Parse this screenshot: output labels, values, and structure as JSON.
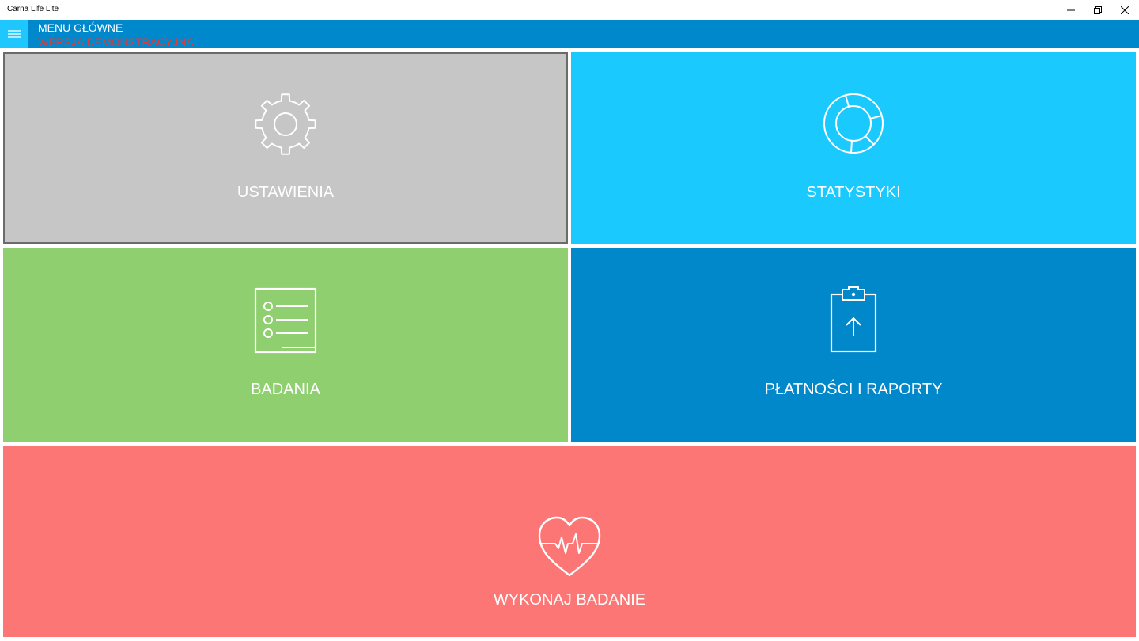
{
  "window": {
    "title": "Carna Life Lite",
    "controls": {
      "minimize_icon": "minimize-icon",
      "restore_icon": "restore-icon",
      "close_icon": "close-icon"
    }
  },
  "header": {
    "menu_icon": "hamburger-icon",
    "title": "MENU GŁÓWNE",
    "subtitle": "WERSJA DEMONSTRACYJNA"
  },
  "tiles": [
    {
      "id": "settings",
      "label": "USTAWIENIA",
      "icon": "gear-icon",
      "color": "#c6c6c6"
    },
    {
      "id": "statistics",
      "label": "STATYSTYKI",
      "icon": "donut-chart-icon",
      "color": "#1ac9fd"
    },
    {
      "id": "tests",
      "label": "BADANIA",
      "icon": "checklist-icon",
      "color": "#8fcf70"
    },
    {
      "id": "payments",
      "label": "PŁATNOŚCI I RAPORTY",
      "icon": "clipboard-upload-icon",
      "color": "#0088cb"
    },
    {
      "id": "perform-test",
      "label": "WYKONAJ BADANIE",
      "icon": "heart-pulse-icon",
      "color": "#fd7676"
    }
  ],
  "colors": {
    "header": "#0088cc",
    "header_accent": "#1ec8ff",
    "subtitle": "#e53935"
  }
}
